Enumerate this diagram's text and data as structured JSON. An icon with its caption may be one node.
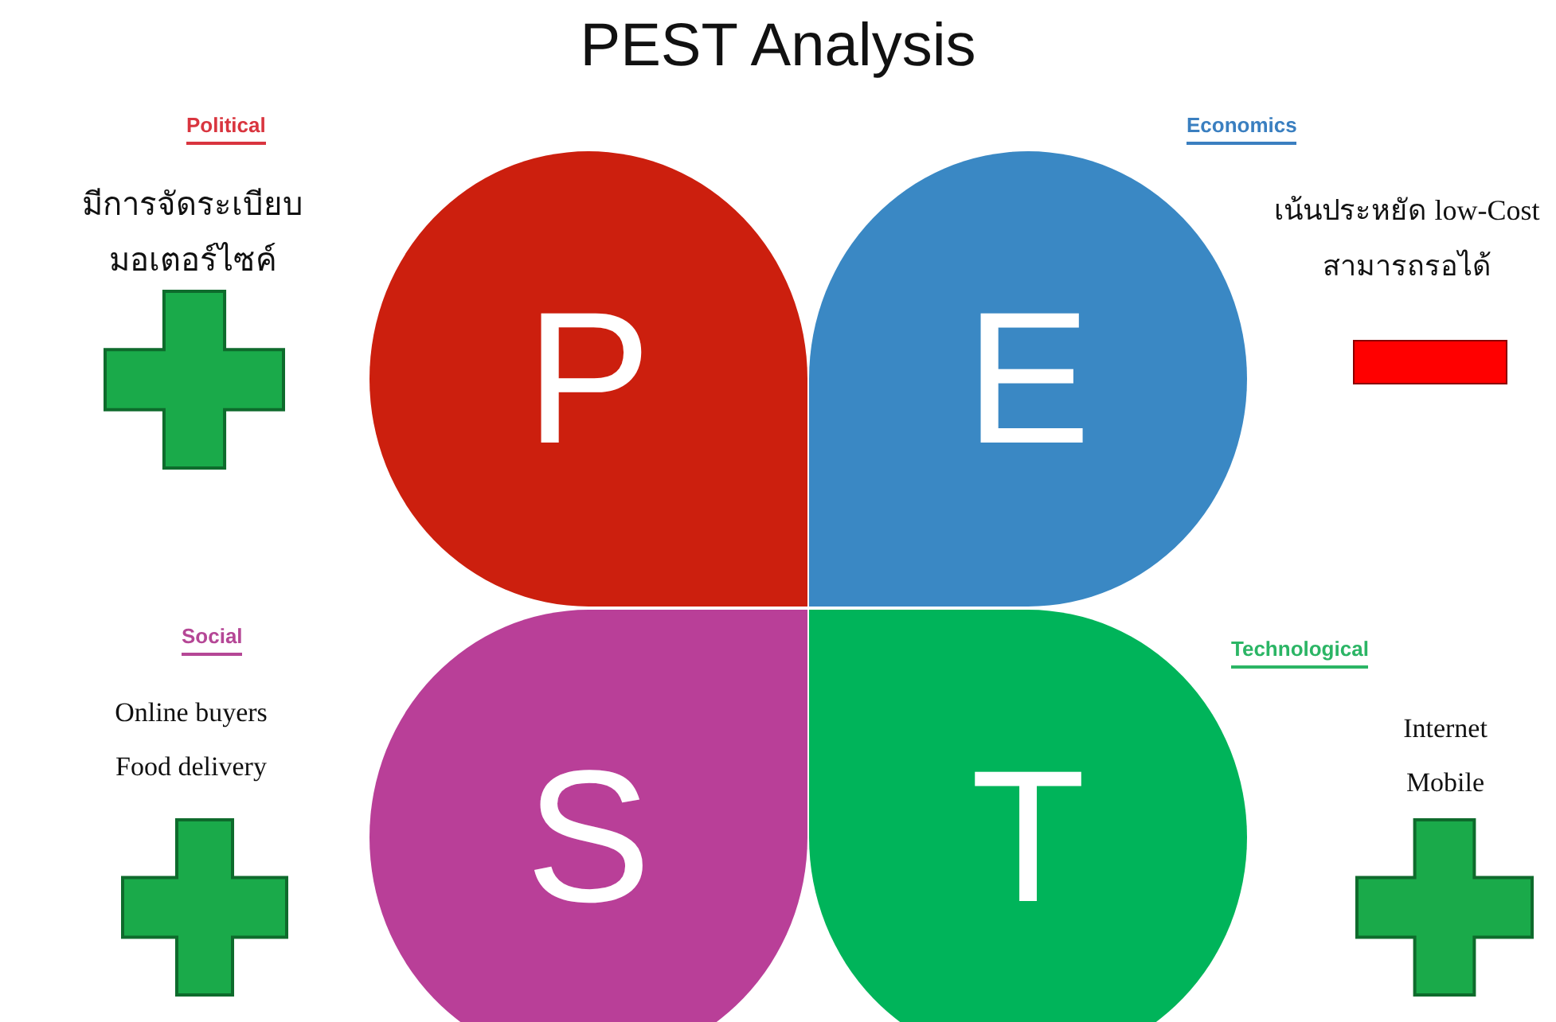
{
  "diagram": {
    "title": "PEST Analysis",
    "nodes": [
      {
        "text": [
          "P"
        ],
        "beside": [
          "Political",
          "มีการจัดระเบียบมอเตอร์ไซค์"
        ]
      },
      {
        "text": [
          "E"
        ],
        "beside": [
          "Economics",
          "เน้นประหยัด low-Cost สามารถรอได้"
        ]
      },
      {
        "text": [
          "S"
        ],
        "beside": [
          "Social",
          "Online buyers",
          "Food delivery"
        ]
      },
      {
        "text": [
          "T"
        ],
        "beside": [
          "Technological",
          "Internet",
          "Mobile"
        ]
      }
    ],
    "edges": []
  }
}
